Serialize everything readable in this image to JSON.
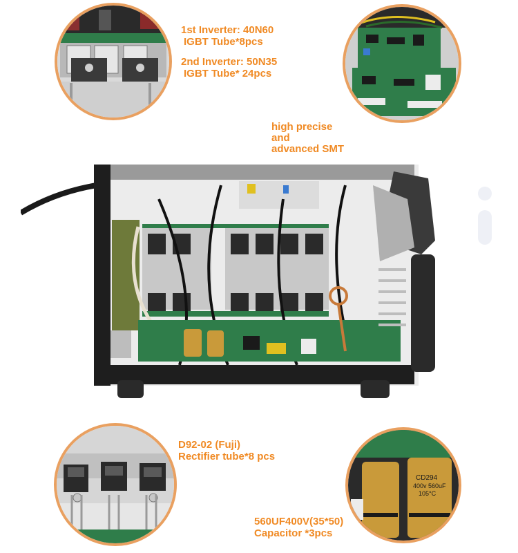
{
  "labels": {
    "inverter_line1": "1st Inverter: 40N60",
    "inverter_line2": "IGBT Tube*8pcs",
    "inverter_line3": "2nd Inverter: 50N35",
    "inverter_line4": "IGBT Tube* 24pcs",
    "smt_line1": "high precise",
    "smt_line2": "and",
    "smt_line3": "advanced SMT",
    "rectifier_line1": "D92-02 (Fuji)",
    "rectifier_line2": "Rectifier tube*8 pcs",
    "capacitor_line1": "560UF400V(35*50)",
    "capacitor_line2": "Capacitor *3pcs"
  },
  "capacitor_markings": {
    "model": "CD294",
    "rating": "400v 560uF",
    "temp": "105°C"
  },
  "colors": {
    "label": "#f08a24",
    "circle_border": "#e9a060",
    "pcb_green": "#2f7d4a",
    "housing_dark": "#1e1e1e",
    "heatsink": "#c8c8c8",
    "capacitor_gold": "#c99a3a"
  }
}
